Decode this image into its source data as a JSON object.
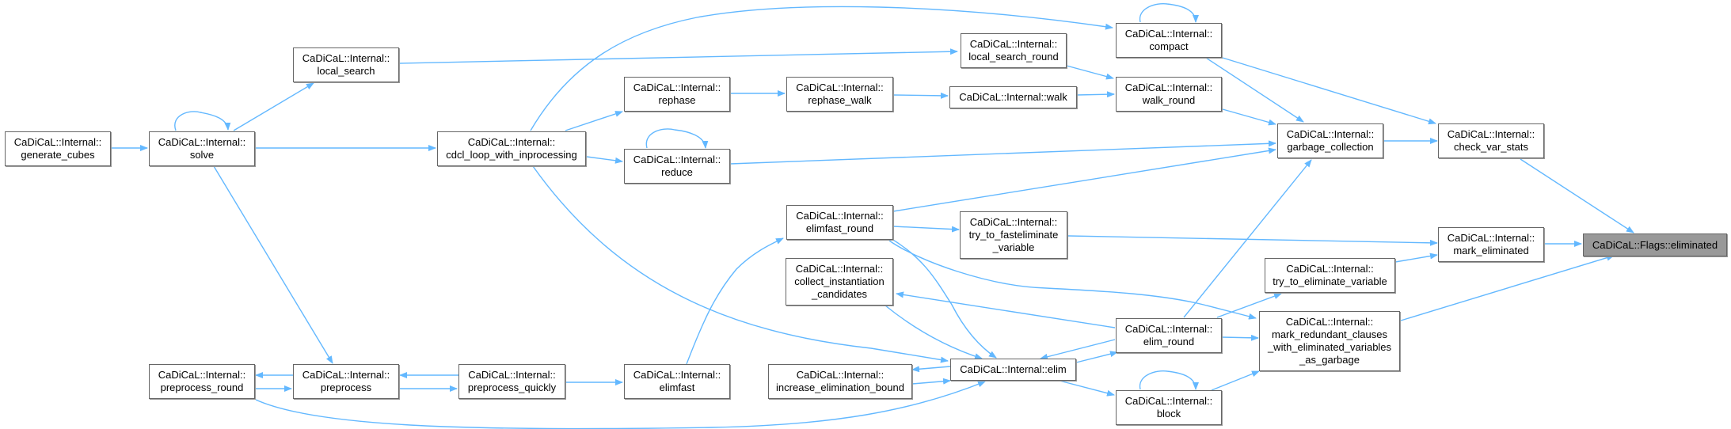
{
  "graph": {
    "type": "caller-graph",
    "edge_color": "#63b8ff",
    "selected_node_color": "#999999",
    "nodes": [
      {
        "id": "generate_cubes",
        "lines": [
          "CaDiCaL::Internal::",
          "generate_cubes"
        ]
      },
      {
        "id": "solve",
        "lines": [
          "CaDiCaL::Internal::",
          "solve"
        ]
      },
      {
        "id": "local_search",
        "lines": [
          "CaDiCaL::Internal::",
          "local_search"
        ]
      },
      {
        "id": "cdcl_loop_with_inprocessing",
        "lines": [
          "CaDiCaL::Internal::",
          "cdcl_loop_with_inprocessing"
        ]
      },
      {
        "id": "rephase",
        "lines": [
          "CaDiCaL::Internal::",
          "rephase"
        ]
      },
      {
        "id": "reduce",
        "lines": [
          "CaDiCaL::Internal::",
          "reduce"
        ]
      },
      {
        "id": "rephase_walk",
        "lines": [
          "CaDiCaL::Internal::",
          "rephase_walk"
        ]
      },
      {
        "id": "elimfast_round",
        "lines": [
          "CaDiCaL::Internal::",
          "elimfast_round"
        ]
      },
      {
        "id": "collect_instantiation_candidates",
        "lines": [
          "CaDiCaL::Internal::",
          "collect_instantiation",
          "_candidates"
        ]
      },
      {
        "id": "preprocess_round",
        "lines": [
          "CaDiCaL::Internal::",
          "preprocess_round"
        ]
      },
      {
        "id": "preprocess",
        "lines": [
          "CaDiCaL::Internal::",
          "preprocess"
        ]
      },
      {
        "id": "preprocess_quickly",
        "lines": [
          "CaDiCaL::Internal::",
          "preprocess_quickly"
        ]
      },
      {
        "id": "elimfast",
        "lines": [
          "CaDiCaL::Internal::",
          "elimfast"
        ]
      },
      {
        "id": "increase_elimination_bound",
        "lines": [
          "CaDiCaL::Internal::",
          "increase_elimination_bound"
        ]
      },
      {
        "id": "compact",
        "lines": [
          "CaDiCaL::Internal::",
          "compact"
        ]
      },
      {
        "id": "local_search_round",
        "lines": [
          "CaDiCaL::Internal::",
          "local_search_round"
        ]
      },
      {
        "id": "walk",
        "lines": [
          "CaDiCaL::Internal::walk"
        ]
      },
      {
        "id": "walk_round",
        "lines": [
          "CaDiCaL::Internal::",
          "walk_round"
        ]
      },
      {
        "id": "garbage_collection",
        "lines": [
          "CaDiCaL::Internal::",
          "garbage_collection"
        ]
      },
      {
        "id": "check_var_stats",
        "lines": [
          "CaDiCaL::Internal::",
          "check_var_stats"
        ]
      },
      {
        "id": "flags_eliminated",
        "lines": [
          "CaDiCaL::Flags::eliminated"
        ]
      },
      {
        "id": "mark_eliminated",
        "lines": [
          "CaDiCaL::Internal::",
          "mark_eliminated"
        ]
      },
      {
        "id": "try_to_fasteliminate_variable",
        "lines": [
          "CaDiCaL::Internal::",
          "try_to_fasteliminate",
          "_variable"
        ]
      },
      {
        "id": "try_to_eliminate_variable",
        "lines": [
          "CaDiCaL::Internal::",
          "try_to_eliminate_variable"
        ]
      },
      {
        "id": "mark_redundant_clauses",
        "lines": [
          "CaDiCaL::Internal::",
          "mark_redundant_clauses",
          "_with_eliminated_variables",
          "_as_garbage"
        ]
      },
      {
        "id": "elim_round",
        "lines": [
          "CaDiCaL::Internal::",
          "elim_round"
        ]
      },
      {
        "id": "elim",
        "lines": [
          "CaDiCaL::Internal::elim"
        ]
      },
      {
        "id": "block",
        "lines": [
          "CaDiCaL::Internal::",
          "block"
        ]
      }
    ]
  }
}
